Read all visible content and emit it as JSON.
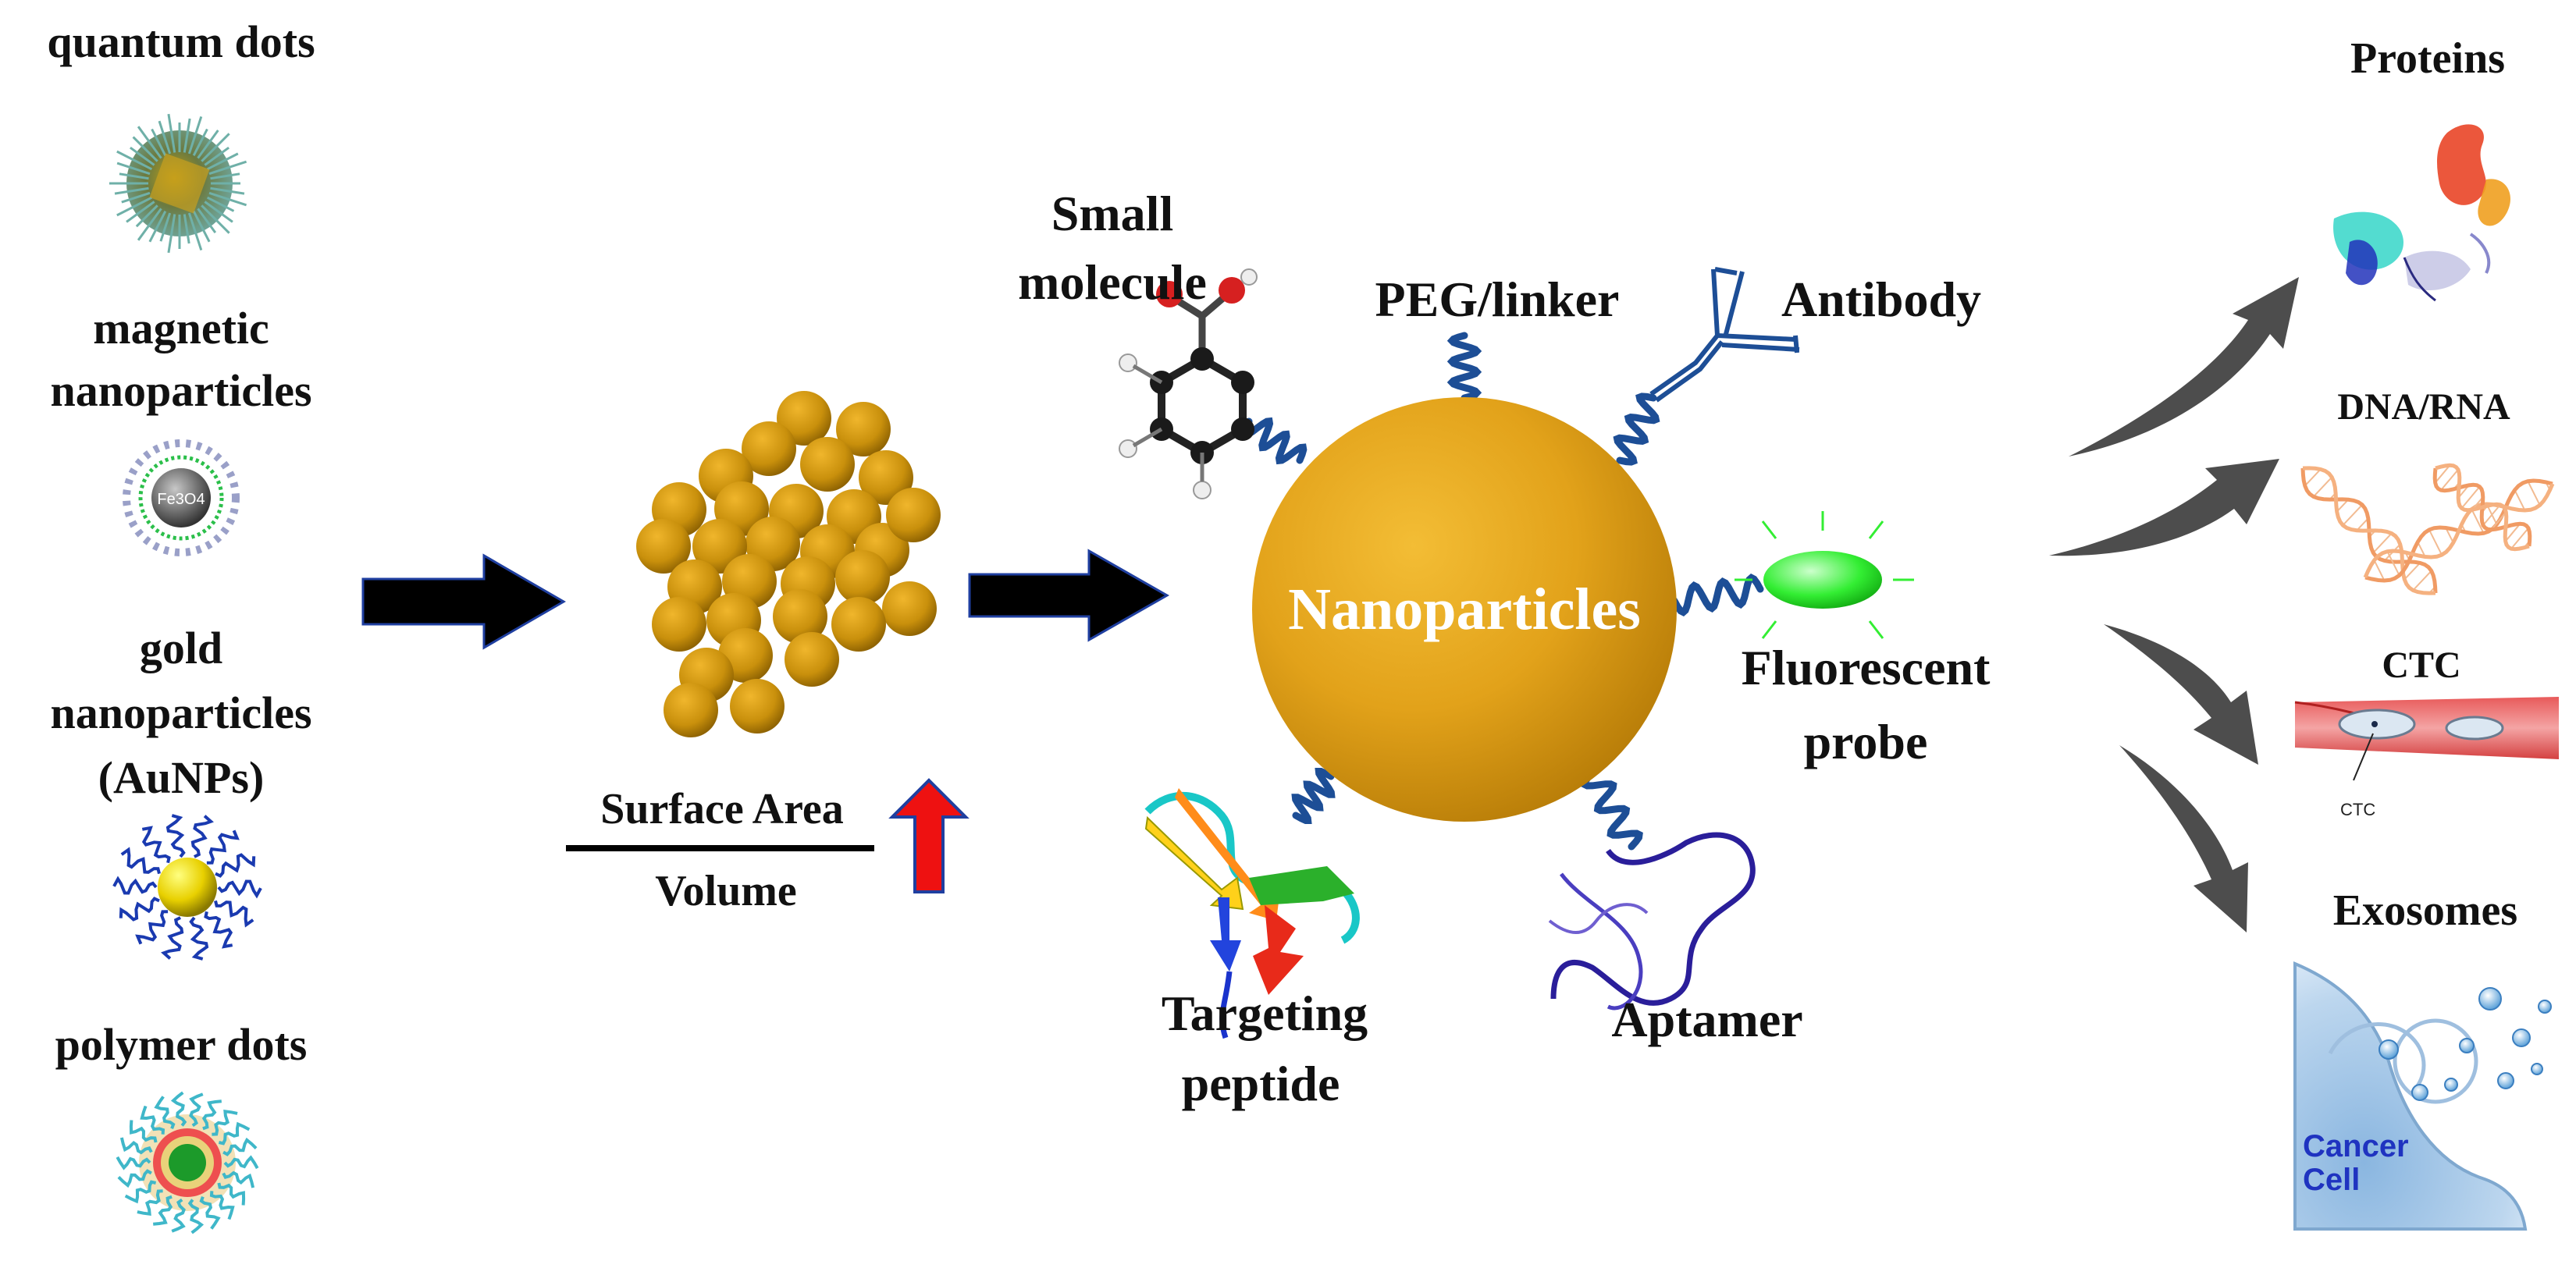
{
  "colors": {
    "nanoparticle": "#e2a21a",
    "cluster": "#c9900c",
    "arrow_black": "#000000",
    "arrow_gray": "#4d4d4d",
    "linker_blue": "#1d4e96",
    "probe_green": "#33ee33",
    "up_arrow_red": "#ee1111",
    "up_arrow_outline": "#1f3fa0"
  },
  "left_column": {
    "items": [
      {
        "label": "quantum dots",
        "icon": "quantum-dot-icon"
      },
      {
        "label_lines": [
          "magnetic",
          "nanoparticles"
        ],
        "icon": "magnetic-nanoparticle-icon",
        "icon_text": "Fe3O4"
      },
      {
        "label_lines": [
          "gold",
          "nanoparticles",
          "(AuNPs)"
        ],
        "icon": "gold-nanoparticle-icon"
      },
      {
        "label": "polymer dots",
        "icon": "polymer-dot-icon"
      }
    ]
  },
  "ratio": {
    "numerator": "Surface Area",
    "denominator": "Volume",
    "indicator": "up-arrow-icon"
  },
  "center": {
    "core_label": "Nanoparticles",
    "ligands": {
      "small_molecule": [
        "Small",
        "molecule"
      ],
      "peg_linker": "PEG/linker",
      "antibody": "Antibody",
      "fluorescent_probe": [
        "Fluorescent",
        "probe"
      ],
      "targeting_peptide": [
        "Targeting",
        "peptide"
      ],
      "aptamer": "Aptamer"
    }
  },
  "targets": {
    "items": [
      {
        "label": "Proteins",
        "icon": "protein-structure-icon"
      },
      {
        "label": "DNA/RNA",
        "icon": "dna-helix-icon"
      },
      {
        "label": "CTC",
        "icon": "blood-vessel-ctc-icon",
        "inset_label": "CTC"
      },
      {
        "label": "Exosomes",
        "icon": "exosome-cell-icon",
        "inset_label_lines": [
          "Cancer",
          "Cell"
        ]
      }
    ]
  }
}
